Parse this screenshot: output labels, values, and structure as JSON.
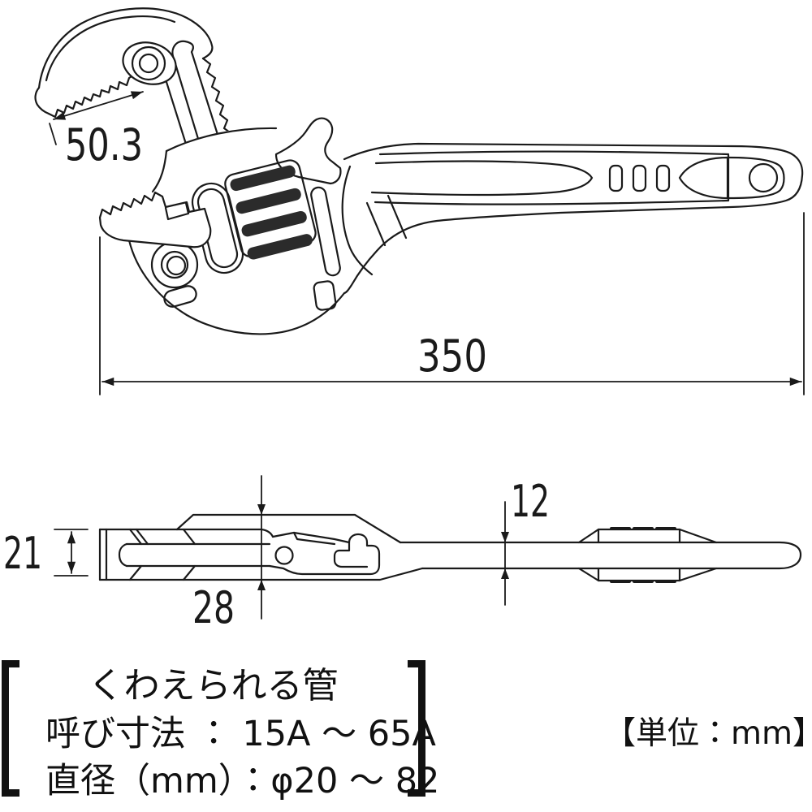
{
  "diagram": {
    "colors": {
      "line": "#1a1a1a",
      "background": "#ffffff",
      "knurl_fill": "#2b2b2b"
    },
    "dims": {
      "jaw_opening": "50.3",
      "overall_length": "350",
      "head_width": "21",
      "head_depth": "28",
      "handle_thickness": "12"
    },
    "spec_note": {
      "title": "くわえられる管",
      "lines": [
        "呼び寸法 ： 15A ～ 65A",
        "直径（mm）：φ20 ～ 82"
      ]
    },
    "unit_note": "【単位：mm】"
  }
}
